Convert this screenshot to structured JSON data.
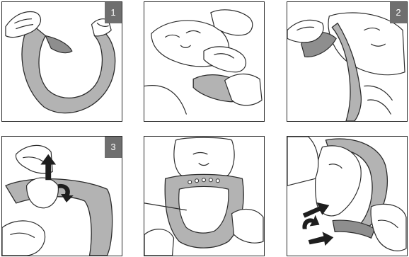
{
  "panels": [
    {
      "step": "1"
    },
    {
      "step": ""
    },
    {
      "step": "2"
    },
    {
      "step": "3"
    },
    {
      "step": ""
    },
    {
      "step": ""
    }
  ]
}
